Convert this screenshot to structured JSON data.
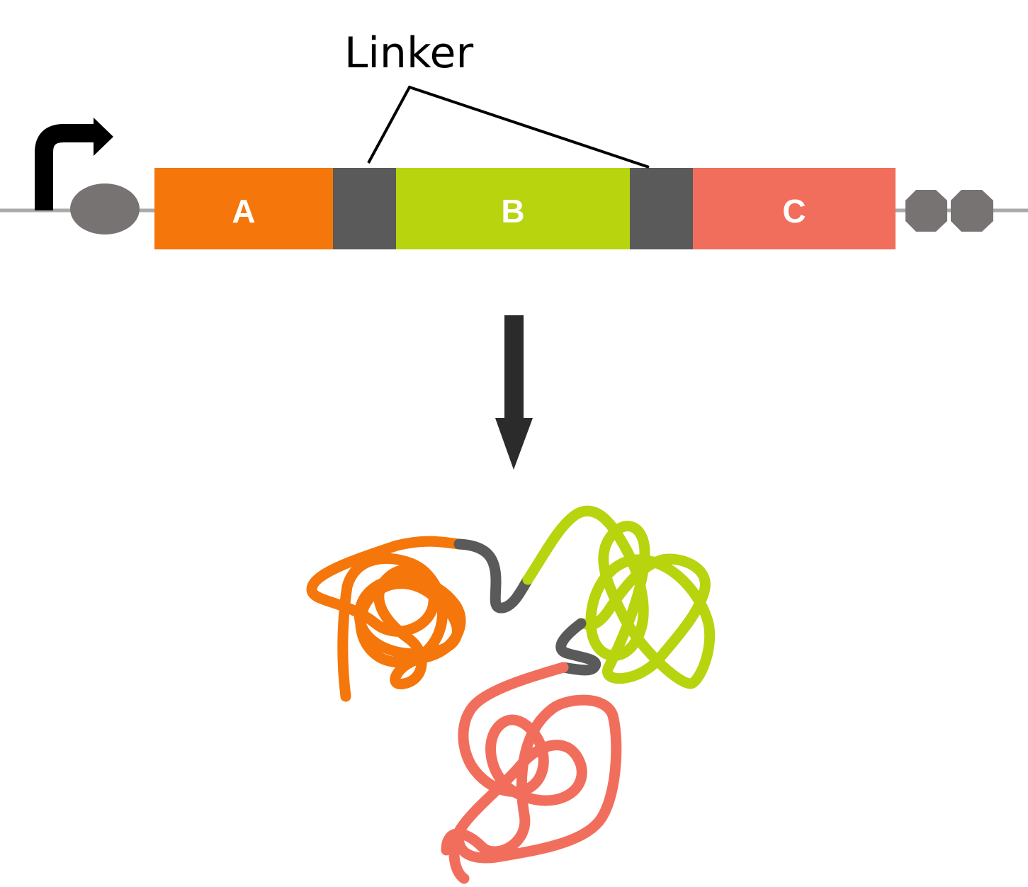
{
  "linker_label": "Linker",
  "domains": [
    {
      "label": "A",
      "color": "#f5760a"
    },
    {
      "label": "B",
      "color": "#b8d40f"
    },
    {
      "label": "C",
      "color": "#f26e5c"
    }
  ],
  "colors": {
    "linker": "#5a5a5a",
    "backbone": "#aaaaaa",
    "rbs": "#777373",
    "terminator": "#777373",
    "promoter": "#000000",
    "arrow": "#2b2b2b"
  },
  "icons": {
    "promoter": "promoter-arrow-icon",
    "rbs": "rbs-oval-icon",
    "terminator": "terminator-octagon-icon",
    "expression": "down-arrow-icon"
  }
}
